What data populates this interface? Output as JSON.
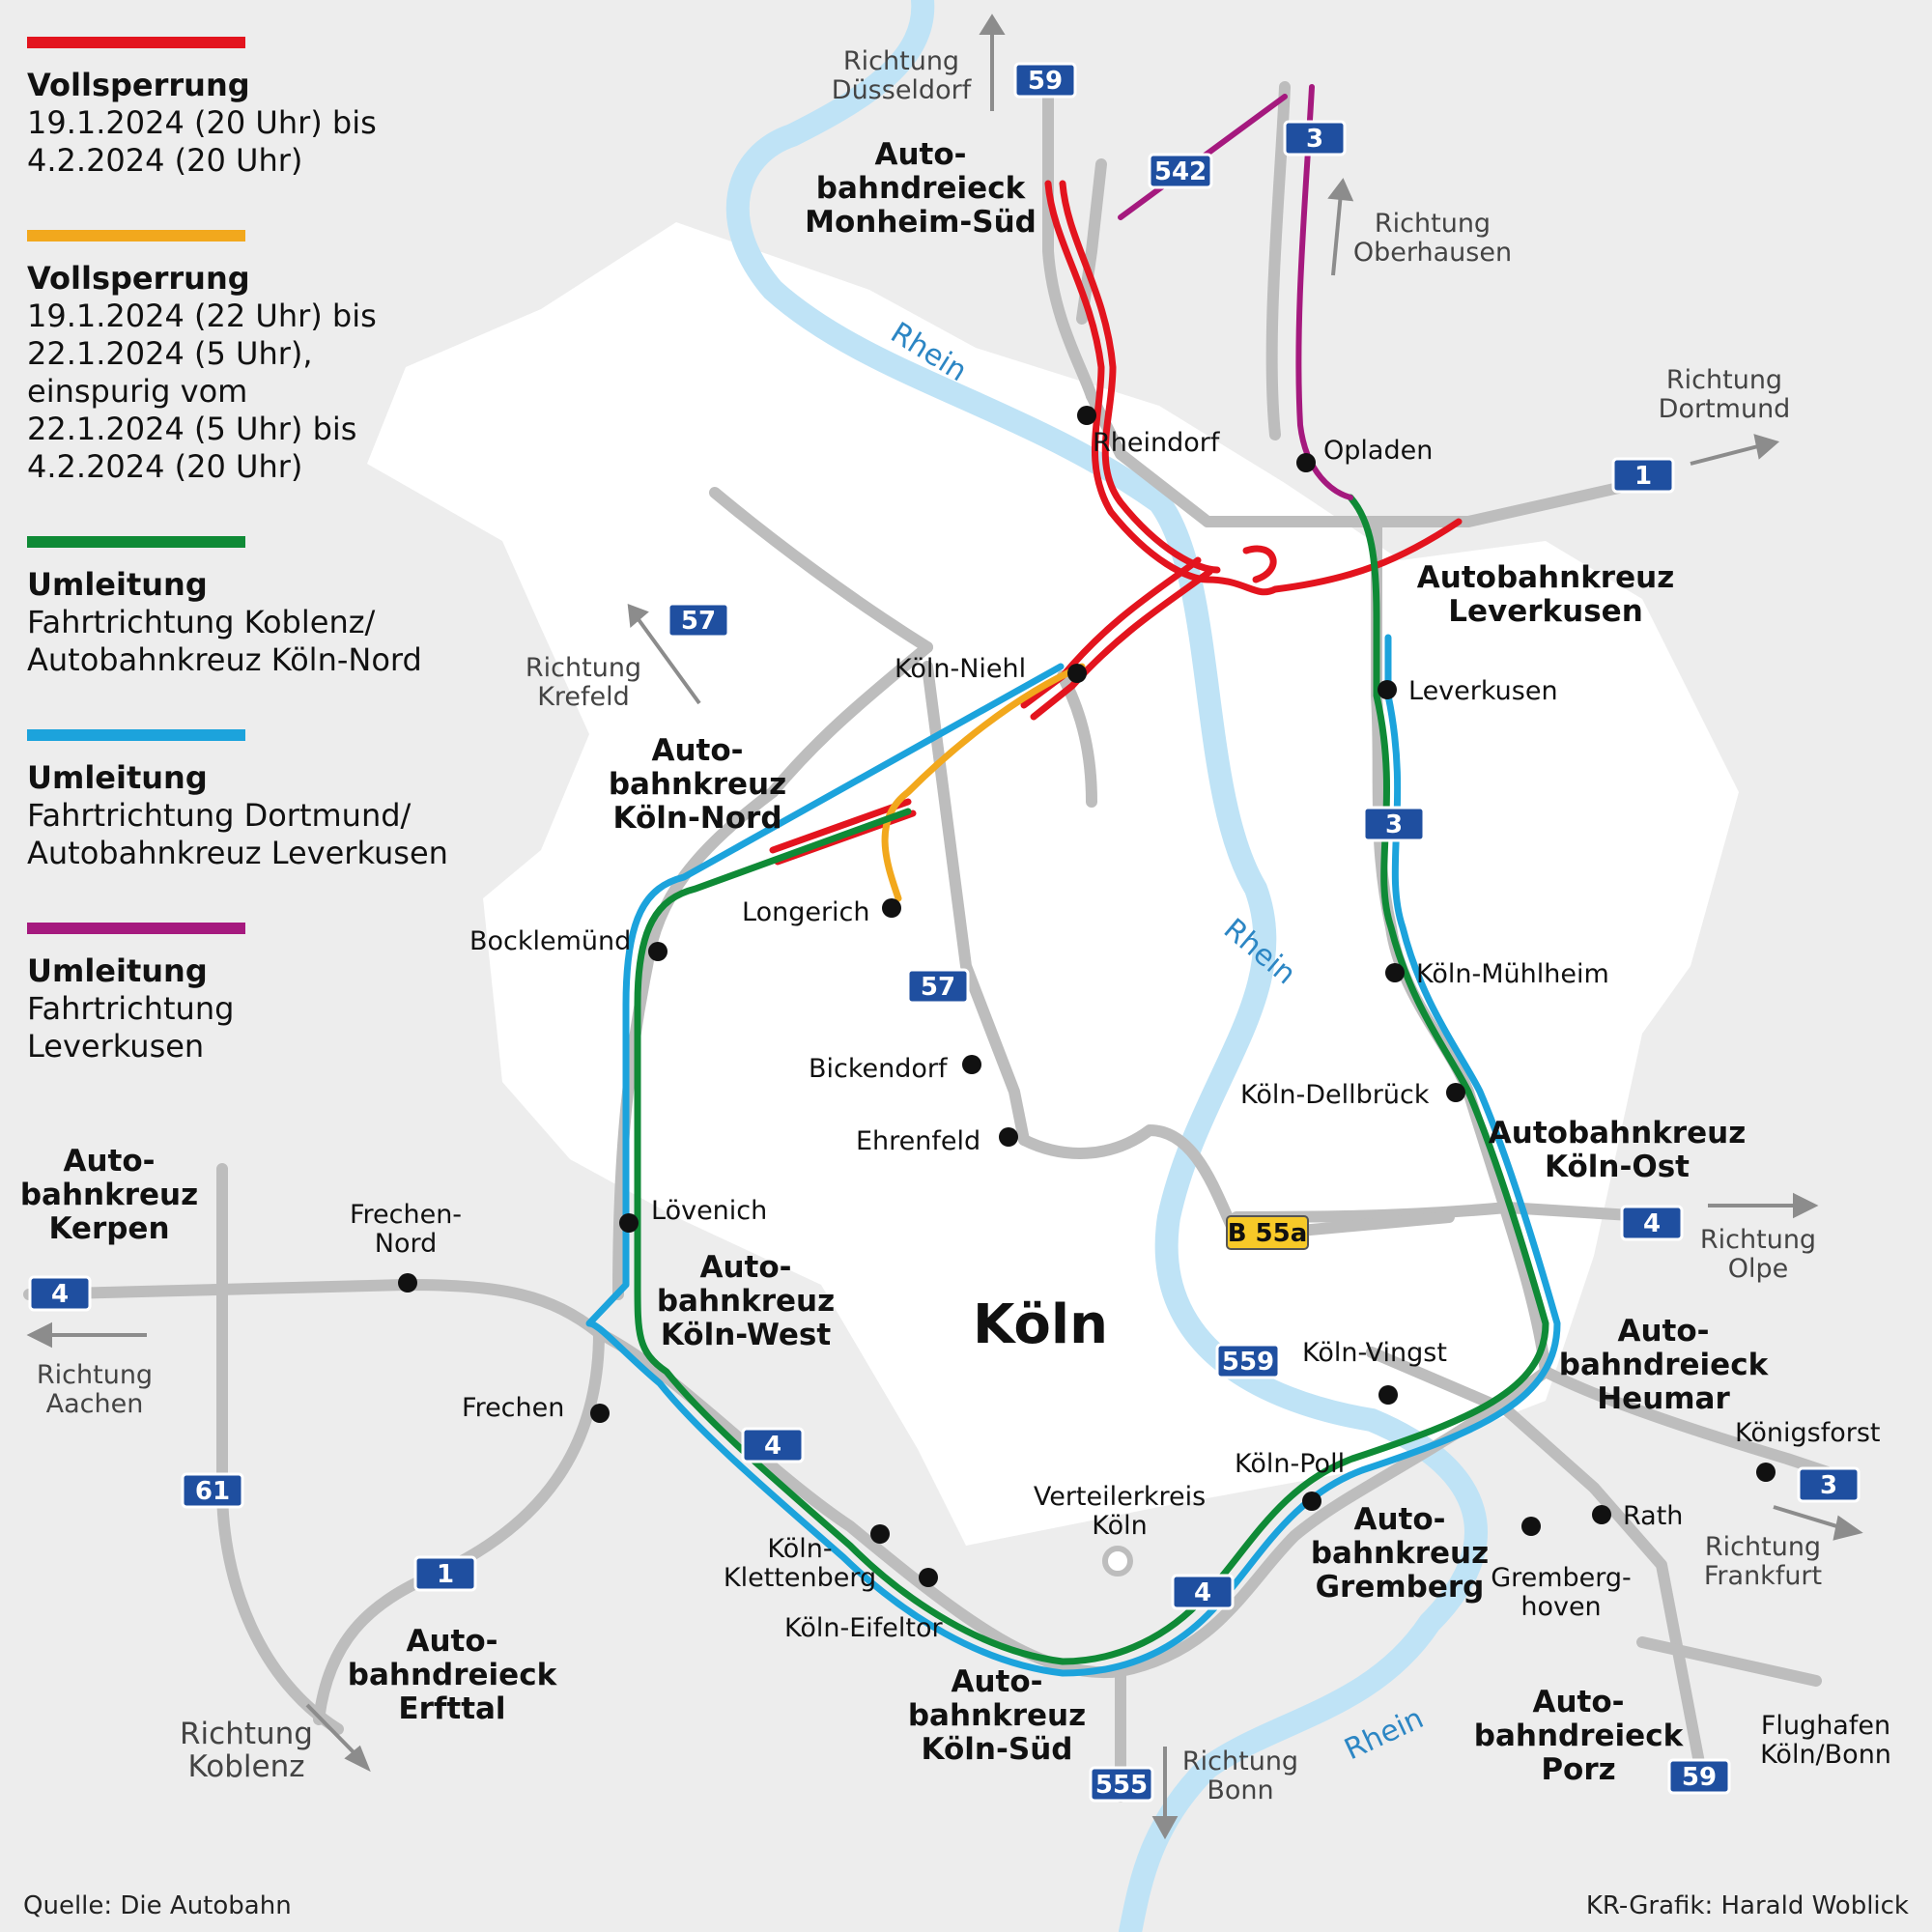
{
  "legend": [
    {
      "color": "#e3141e",
      "title": "Vollsperrung",
      "text": "19.1.2024 (20 Uhr) bis\n4.2.2024 (20 Uhr)"
    },
    {
      "color": "#f2a81d",
      "title": "Vollsperrung",
      "text": "19.1.2024 (22 Uhr) bis\n22.1.2024 (5 Uhr),\neinspurig vom\n22.1.2024 (5 Uhr) bis\n4.2.2024 (20 Uhr)"
    },
    {
      "color": "#0f8a36",
      "title": "Umleitung",
      "text": "Fahrtrichtung Koblenz/\nAutobahnkreuz Köln-Nord"
    },
    {
      "color": "#1ca3dc",
      "title": "Umleitung",
      "text": "Fahrtrichtung Dortmund/\nAutobahnkreuz Leverkusen"
    },
    {
      "color": "#a5197e",
      "title": "Umleitung",
      "text": "Fahrtrichtung\nLeverkusen"
    }
  ],
  "city_label": "Köln",
  "river_labels": [
    "Rhein",
    "Rhein",
    "Rhein"
  ],
  "shields": {
    "a59_north": "59",
    "a542": "542",
    "a3_north": "3",
    "a1_east": "1",
    "a57_north": "57",
    "a3_mid": "3",
    "a57_mid": "57",
    "a4_east": "4",
    "b55a": "B 55a",
    "a4_west": "4",
    "a61": "61",
    "a1_south": "1",
    "a4_center": "4",
    "a559": "559",
    "a3_south": "3",
    "a4_south": "4",
    "a555": "555",
    "a59_south": "59"
  },
  "interchanges": {
    "monheim": "Auto-\nbahndreieck\nMonheim-Süd",
    "leverkusen": "Autobahnkreuz\nLeverkusen",
    "koeln_nord": "Auto-\nbahnkreuz\nKöln-Nord",
    "kerpen": "Auto-\nbahnkreuz\nKerpen",
    "koeln_west": "Auto-\nbahnkreuz\nKöln-West",
    "koeln_ost": "Autobahnkreuz\nKöln-Ost",
    "heumar": "Auto-\nbahndreieck\nHeumar",
    "gremberg": "Auto-\nbahnkreuz\nGremberg",
    "erfttal": "Auto-\nbahndreieck\nErfttal",
    "koeln_sued": "Auto-\nbahnkreuz\nKöln-Süd",
    "porz": "Auto-\nbahndreieck\nPorz"
  },
  "exits": {
    "rheindorf": "Rheindorf",
    "opladen": "Opladen",
    "koeln_niehl": "Köln-Niehl",
    "leverkusen": "Leverkusen",
    "longerich": "Longerich",
    "bocklemuend": "Bocklemünd",
    "koeln_muehlheim": "Köln-Mühlheim",
    "bickendorf": "Bickendorf",
    "koeln_dellbrueck": "Köln-Dellbrück",
    "ehrenfeld": "Ehrenfeld",
    "loevenich": "Lövenich",
    "frechen_nord": "Frechen-\nNord",
    "frechen": "Frechen",
    "koeln_vingst": "Köln-Vingst",
    "koenigsforst": "Königsforst",
    "koeln_poll": "Köln-Poll",
    "rath": "Rath",
    "verteilerkreis": "Verteilerkreis\nKöln",
    "koeln_klettenberg": "Köln-\nKlettenberg",
    "gremberghoven": "Gremberg-\nhoven",
    "koeln_eifeltor": "Köln-Eifeltor",
    "flughafen": "Flughafen\nKöln/Bonn"
  },
  "directions": {
    "duesseldorf": "Richtung\nDüsseldorf",
    "oberhausen": "Richtung\nOberhausen",
    "dortmund": "Richtung\nDortmund",
    "krefeld": "Richtung\nKrefeld",
    "olpe": "Richtung\nOlpe",
    "aachen": "Richtung\nAachen",
    "frankfurt": "Richtung\nFrankfurt",
    "koblenz": "Richtung\nKoblenz",
    "bonn": "Richtung\nBonn"
  },
  "footer": {
    "source": "Quelle: Die Autobahn",
    "credit": "KR-Grafik: Harald Woblick"
  },
  "colors": {
    "red": "#e3141e",
    "orange": "#f2a81d",
    "green": "#0f8a36",
    "blue": "#1ca3dc",
    "purple": "#a5197e",
    "road": "#bdbdbd",
    "river": "#bfe3f6",
    "shield": "#1f4fa0"
  }
}
